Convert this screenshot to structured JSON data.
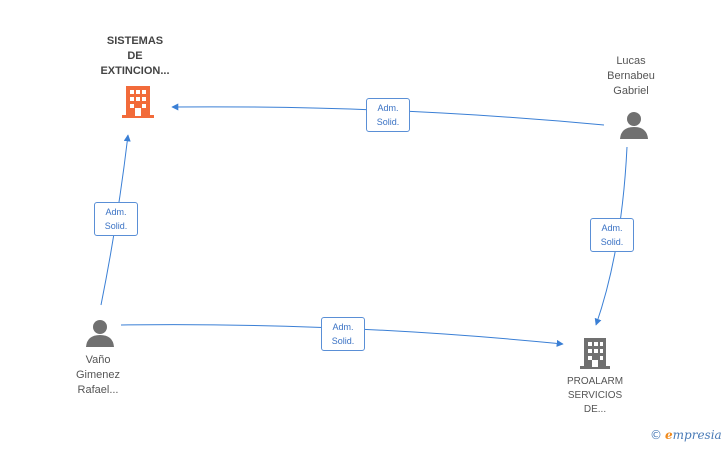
{
  "nodes": {
    "company_main": {
      "label": "SISTEMAS\nDE\nEXTINCION...",
      "icon": "building-icon",
      "color": "#f26b3a"
    },
    "person_lucas": {
      "label": "Lucas\nBernabeu\nGabriel",
      "icon": "person-icon",
      "color": "#707070"
    },
    "person_vano": {
      "label": "Vaño\nGimenez\nRafael...",
      "icon": "person-icon",
      "color": "#707070"
    },
    "company_proalarm": {
      "label": "PROALARM\nSERVICIOS\nDE...",
      "icon": "building-icon",
      "color": "#707070"
    }
  },
  "edges": {
    "lucas_to_main": "Adm.\nSolid.",
    "lucas_to_proalarm": "Adm.\nSolid.",
    "vano_to_main": "Adm.\nSolid.",
    "vano_to_proalarm": "Adm.\nSolid."
  },
  "colors": {
    "edge": "#3a7fd5"
  },
  "brand": {
    "copyright": "©",
    "initial": "e",
    "name": "mpresia"
  }
}
